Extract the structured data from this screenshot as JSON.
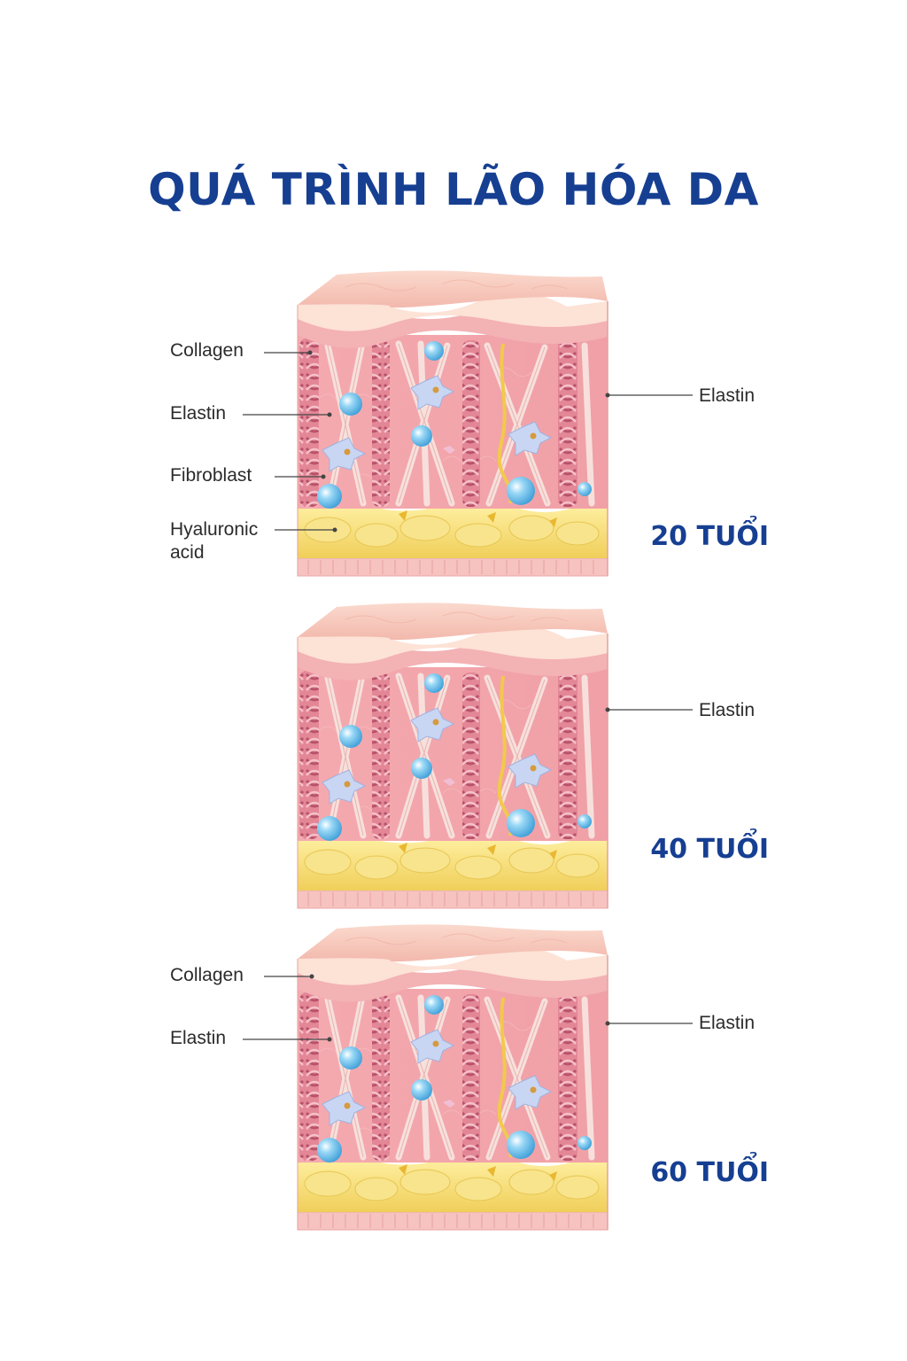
{
  "title": "QUÁ TRÌNH LÃO HÓA DA",
  "panels": [
    {
      "age": "20 TUỔI",
      "labels": {
        "collagen": "Collagen",
        "elastin_left": "Elastin",
        "fibroblast": "Fibroblast",
        "hyaluronic": "Hyaluronic acid",
        "elastin_right": "Elastin"
      }
    },
    {
      "age": "40 TUỔI",
      "labels": {
        "elastin_right": "Elastin"
      }
    },
    {
      "age": "60 TUỔI",
      "labels": {
        "collagen": "Collagen",
        "elastin_left": "Elastin",
        "elastin_right": "Elastin"
      }
    }
  ],
  "colors": {
    "title": "#163f92",
    "epidermis": "#f7c9bd",
    "dermis": "#f2a8ac",
    "collagen_fiber": "#e07f8f",
    "elastin_fiber": "#f6dcd8",
    "fat": "#f5df7a",
    "hyaluronic_sphere": "#6fc3ee"
  }
}
